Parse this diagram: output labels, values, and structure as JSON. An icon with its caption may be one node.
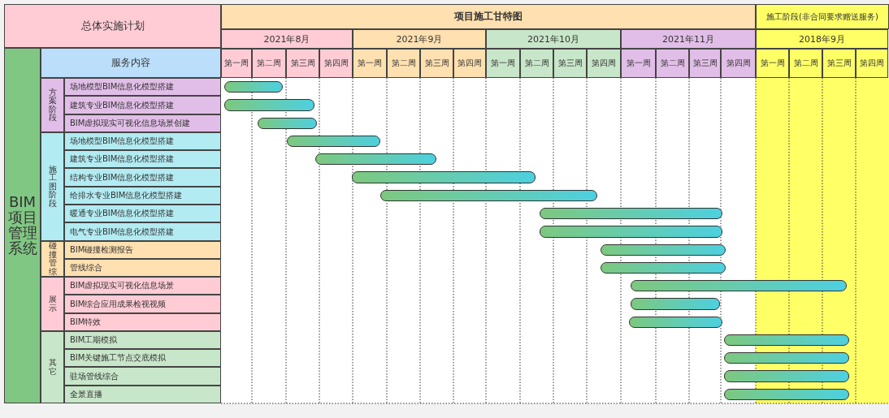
{
  "diagram": {
    "nodes": [
      {
        "text": [
          "总体实施计划"
        ]
      },
      {
        "text": [
          "项目施工甘特图"
        ]
      },
      {
        "text": [
          "施工阶段(非合同要求赠送服务)"
        ]
      },
      {
        "text": [
          "2021年8月"
        ]
      },
      {
        "text": [
          "2021年9月"
        ]
      },
      {
        "text": [
          "2021年10月"
        ]
      },
      {
        "text": [
          "2021年11月"
        ]
      },
      {
        "text": [
          "2018年9月"
        ]
      },
      {
        "text": [
          "第一周"
        ]
      },
      {
        "text": [
          "第二周"
        ]
      },
      {
        "text": [
          "第三周"
        ]
      },
      {
        "text": [
          "第四周"
        ]
      },
      {
        "text": [
          "第一周"
        ]
      },
      {
        "text": [
          "第二周"
        ]
      },
      {
        "text": [
          "第三周"
        ]
      },
      {
        "text": [
          "第四周"
        ]
      },
      {
        "text": [
          "第一周"
        ]
      },
      {
        "text": [
          "第二周"
        ]
      },
      {
        "text": [
          "第三周"
        ]
      },
      {
        "text": [
          "第四周"
        ]
      },
      {
        "text": [
          "第一周"
        ]
      },
      {
        "text": [
          "第二周"
        ]
      },
      {
        "text": [
          "第三周"
        ]
      },
      {
        "text": [
          "第四周"
        ]
      },
      {
        "text": [
          "第一周"
        ]
      },
      {
        "text": [
          "第二周"
        ]
      },
      {
        "text": [
          "第三周"
        ]
      },
      {
        "text": [
          "第四周"
        ]
      },
      {
        "text": [
          "BIM项目管理系统"
        ]
      },
      {
        "text": [
          "服务内容"
        ]
      },
      {
        "text": [
          "方案阶段"
        ]
      },
      {
        "text": [
          "施工图阶段"
        ]
      },
      {
        "text": [
          "碰撞管综"
        ]
      },
      {
        "text": [
          "展示"
        ]
      },
      {
        "text": [
          "其它"
        ]
      },
      {
        "text": [
          "场地模型BIM信息化模型搭建"
        ]
      },
      {
        "text": [
          "建筑专业BIM信息化模型搭建"
        ]
      },
      {
        "text": [
          "BIM虚拟现实可视化信息场景创建"
        ]
      },
      {
        "text": [
          "场地模型BIM信息化模型搭建"
        ]
      },
      {
        "text": [
          "建筑专业BIM信息化模型搭建"
        ]
      },
      {
        "text": [
          "结构专业BIM信息化模型搭建"
        ]
      },
      {
        "text": [
          "给排水专业BIM信息化模型搭建"
        ]
      },
      {
        "text": [
          "暖通专业BIM信息化模型搭建"
        ]
      },
      {
        "text": [
          "电气专业BIM信息化模型搭建"
        ]
      },
      {
        "text": [
          "BIM碰撞检测报告"
        ]
      },
      {
        "text": [
          "管线综合"
        ]
      },
      {
        "text": [
          "BIM虚拟现实可视化信息场景"
        ]
      },
      {
        "text": [
          "BIM综合应用成果检视视频"
        ]
      },
      {
        "text": [
          "BIM特效"
        ]
      },
      {
        "text": [
          "BIM工期模拟"
        ]
      },
      {
        "text": [
          "BIM关键施工节点交底模拟"
        ]
      },
      {
        "text": [
          "驻场管线综合"
        ]
      },
      {
        "text": [
          "全景直播"
        ]
      },
      {
        "text": [],
        "shape": "bar"
      },
      {
        "text": [],
        "shape": "bar"
      },
      {
        "text": [],
        "shape": "bar"
      },
      {
        "text": [],
        "shape": "bar"
      },
      {
        "text": [],
        "shape": "bar"
      },
      {
        "text": [],
        "shape": "bar"
      },
      {
        "text": [],
        "shape": "bar"
      },
      {
        "text": [],
        "shape": "bar"
      },
      {
        "text": [],
        "shape": "bar"
      },
      {
        "text": [],
        "shape": "bar"
      },
      {
        "text": [],
        "shape": "bar"
      },
      {
        "text": [],
        "shape": "bar"
      },
      {
        "text": [],
        "shape": "bar"
      },
      {
        "text": [],
        "shape": "bar"
      },
      {
        "text": [],
        "shape": "bar"
      },
      {
        "text": [],
        "shape": "bar"
      },
      {
        "text": [],
        "shape": "bar"
      },
      {
        "text": [],
        "shape": "bar"
      }
    ]
  }
}
